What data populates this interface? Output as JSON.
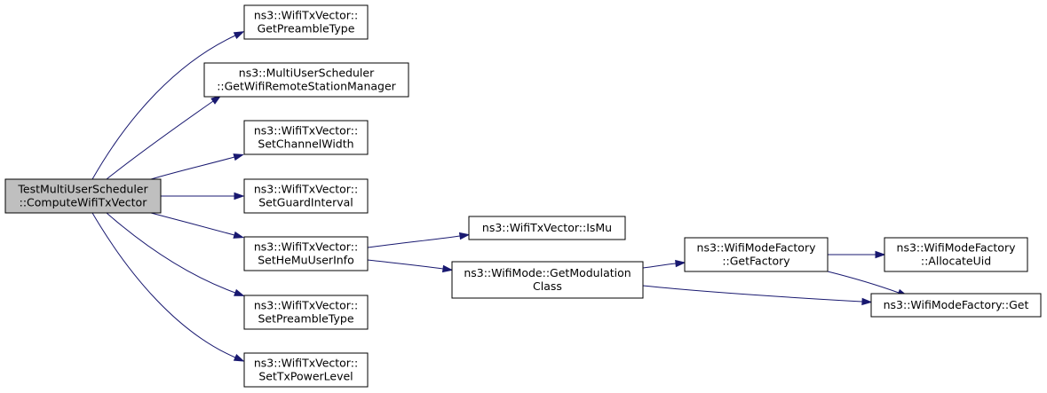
{
  "colors": {
    "edge": "#191970",
    "root_fill": "#bfbfbf",
    "node_fill": "#ffffff",
    "border": "#000000"
  },
  "nodes": [
    {
      "id": "root",
      "lines": [
        "TestMultiUserScheduler",
        "::ComputeWifiTxVector"
      ],
      "highlighted": true
    },
    {
      "id": "n_getpreamble",
      "lines": [
        "ns3::WifiTxVector::",
        "GetPreambleType"
      ]
    },
    {
      "id": "n_getwrsm",
      "lines": [
        "ns3::MultiUserScheduler",
        "::GetWifiRemoteStationManager"
      ]
    },
    {
      "id": "n_setchw",
      "lines": [
        "ns3::WifiTxVector::",
        "SetChannelWidth"
      ]
    },
    {
      "id": "n_setgi",
      "lines": [
        "ns3::WifiTxVector::",
        "SetGuardInterval"
      ]
    },
    {
      "id": "n_sethemu",
      "lines": [
        "ns3::WifiTxVector::",
        "SetHeMuUserInfo"
      ]
    },
    {
      "id": "n_setpreamble",
      "lines": [
        "ns3::WifiTxVector::",
        "SetPreambleType"
      ]
    },
    {
      "id": "n_settxpow",
      "lines": [
        "ns3::WifiTxVector::",
        "SetTxPowerLevel"
      ]
    },
    {
      "id": "n_ismu",
      "lines": [
        "ns3::WifiTxVector::IsMu"
      ]
    },
    {
      "id": "n_getmod",
      "lines": [
        "ns3::WifiMode::GetModulation",
        "Class"
      ]
    },
    {
      "id": "n_getfactory",
      "lines": [
        "ns3::WifiModeFactory",
        "::GetFactory"
      ]
    },
    {
      "id": "n_alloc",
      "lines": [
        "ns3::WifiModeFactory",
        "::AllocateUid"
      ]
    },
    {
      "id": "n_get",
      "lines": [
        "ns3::WifiModeFactory::Get"
      ]
    }
  ],
  "edges": [
    {
      "from": "root",
      "to": "n_getpreamble"
    },
    {
      "from": "root",
      "to": "n_getwrsm"
    },
    {
      "from": "root",
      "to": "n_setchw"
    },
    {
      "from": "root",
      "to": "n_setgi"
    },
    {
      "from": "root",
      "to": "n_sethemu"
    },
    {
      "from": "root",
      "to": "n_setpreamble"
    },
    {
      "from": "root",
      "to": "n_settxpow"
    },
    {
      "from": "n_sethemu",
      "to": "n_ismu"
    },
    {
      "from": "n_sethemu",
      "to": "n_getmod"
    },
    {
      "from": "n_getmod",
      "to": "n_getfactory"
    },
    {
      "from": "n_getmod",
      "to": "n_get"
    },
    {
      "from": "n_getfactory",
      "to": "n_alloc"
    },
    {
      "from": "n_getfactory",
      "to": "n_get"
    }
  ]
}
